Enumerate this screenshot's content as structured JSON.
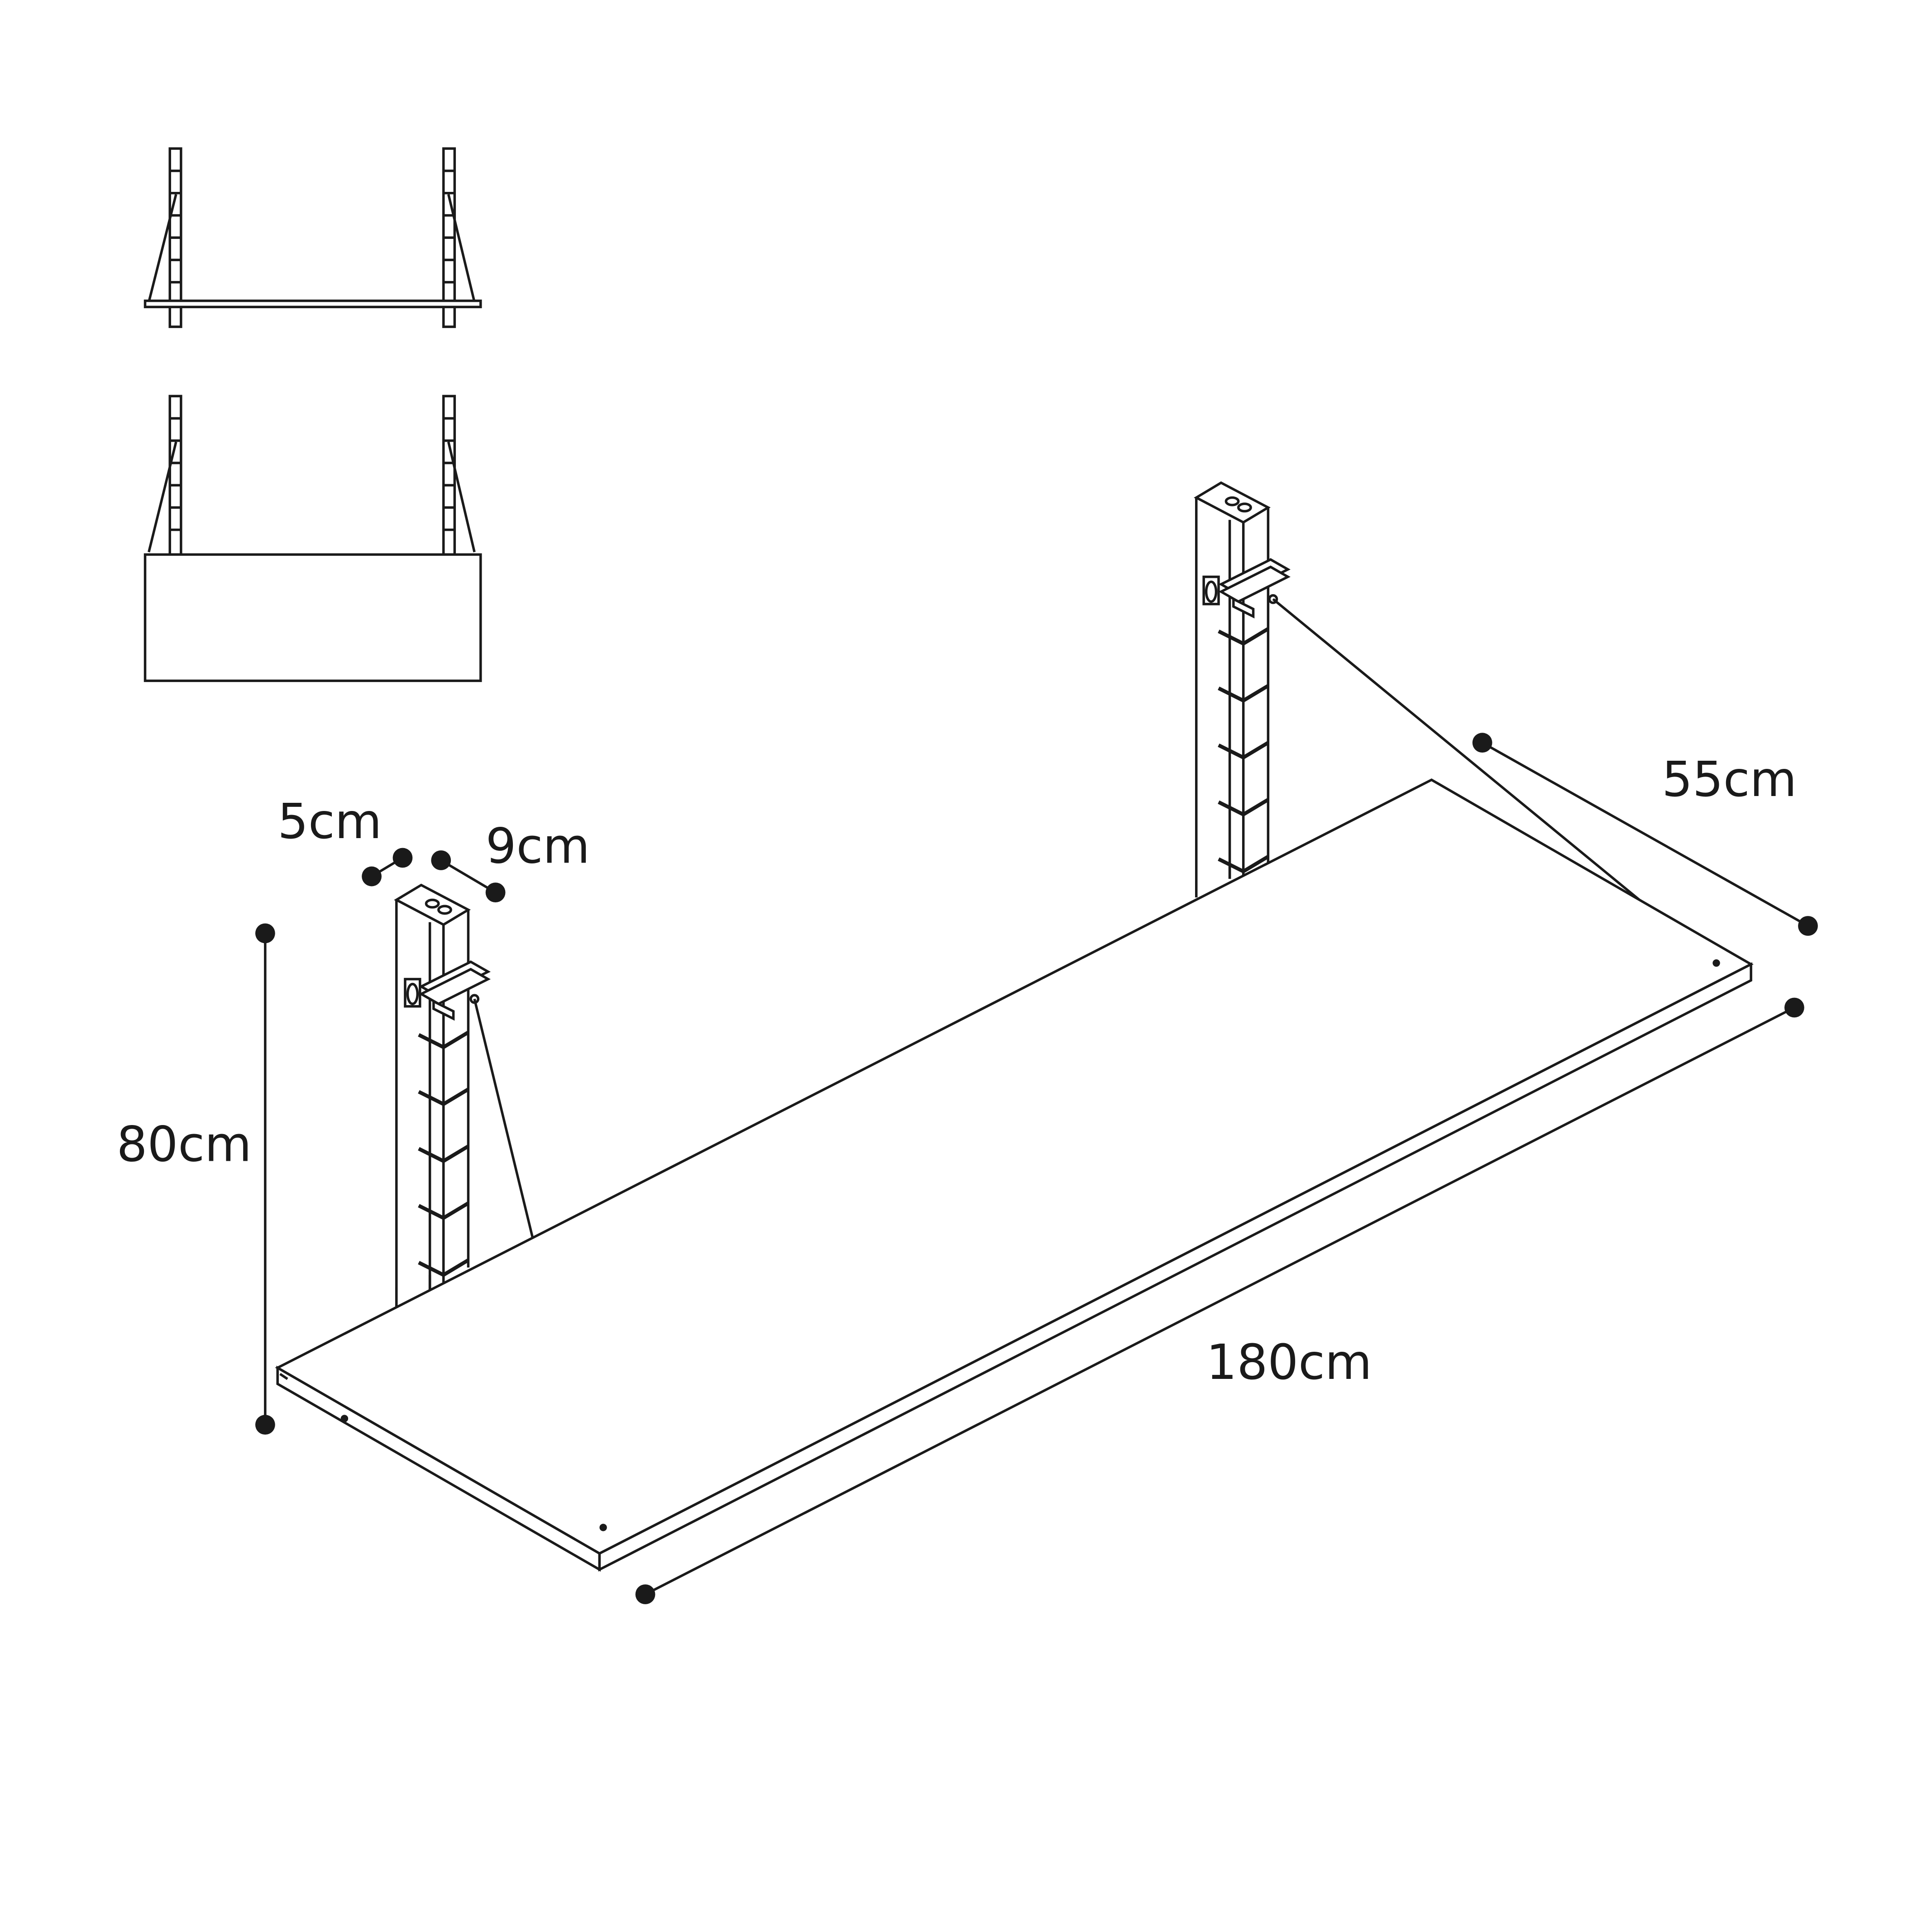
{
  "dimensions": {
    "depth_top": "5cm",
    "width_top": "9cm",
    "height": "80cm",
    "length": "180cm",
    "depth": "55cm"
  },
  "colors": {
    "line": "#1a1a1a",
    "background": "#ffffff"
  }
}
